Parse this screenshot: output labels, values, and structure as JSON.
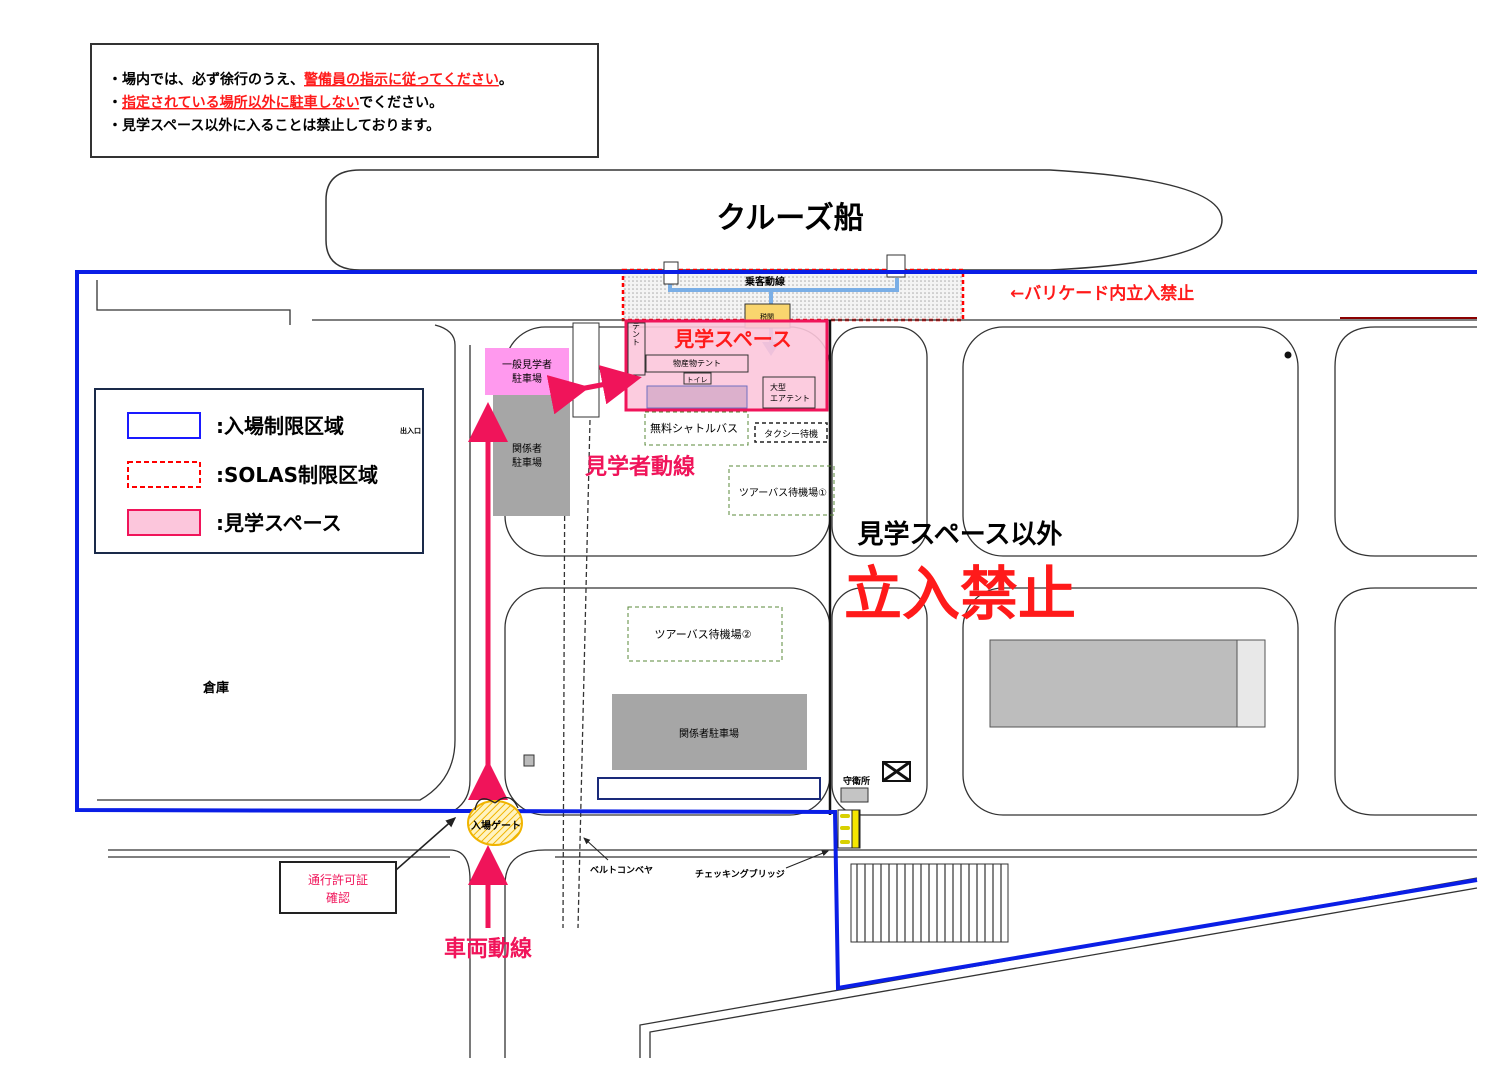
{
  "notice": {
    "line1_prefix": "・場内では、必ず徐行のうえ、",
    "line1_red": "警備員の指示に従ってください",
    "line1_suffix": "。",
    "line2_prefix": "・",
    "line2_red": "指定されている場所以外に駐車しない",
    "line2_suffix": "でください。",
    "line3": "・見学スペース以外に入ることは禁止しております。"
  },
  "ship": {
    "label": "クルーズ船"
  },
  "barricade": {
    "passenger_route": "乗客動線",
    "note": "←バリケード内立入禁止"
  },
  "customs": "税関",
  "viewing_area": {
    "title": "見学スペース",
    "tent": "テント",
    "products_tent": "物産物テント",
    "toilet": "トイレ",
    "large_tent_1": "大型",
    "large_tent_2": "エアテント"
  },
  "shuttle_bus": "無料シャトルバス",
  "taxi": "タクシー待機",
  "tour_bus_1": "ツアーバス待機場①",
  "tour_bus_2": "ツアーバス待機場②",
  "staff_parking": "関係者駐車場",
  "staff_parking_small_1": "関係者",
  "staff_parking_small_2": "駐車場",
  "public_parking_1": "一般見学者",
  "public_parking_2": "駐車場",
  "visitor_route": "見学者動線",
  "vehicle_route": "車両動線",
  "entrance": "出入口",
  "warehouse": "倉庫",
  "gate": "入場ゲート",
  "permit_check_1": "通行許可証",
  "permit_check_2": "確認",
  "belt_conveyor": "ベルトコンベヤ",
  "checking_bridge": "チェッキングブリッジ",
  "guardhouse": "守衛所",
  "restricted_1": "見学スペース以外",
  "restricted_2": "立入禁止",
  "legend": {
    "items": [
      {
        "label": ":入場制限区域",
        "color": "#1a1aff"
      },
      {
        "label": ":SOLAS制限区域",
        "color": "#ff0000"
      },
      {
        "label": ":見学スペース",
        "color": "#f0145a"
      }
    ]
  },
  "colors": {
    "boundary": "#0a1ee6",
    "accent": "#f0145a",
    "red": "#ff1a1a",
    "pink_fill": "#fcc6dc"
  }
}
